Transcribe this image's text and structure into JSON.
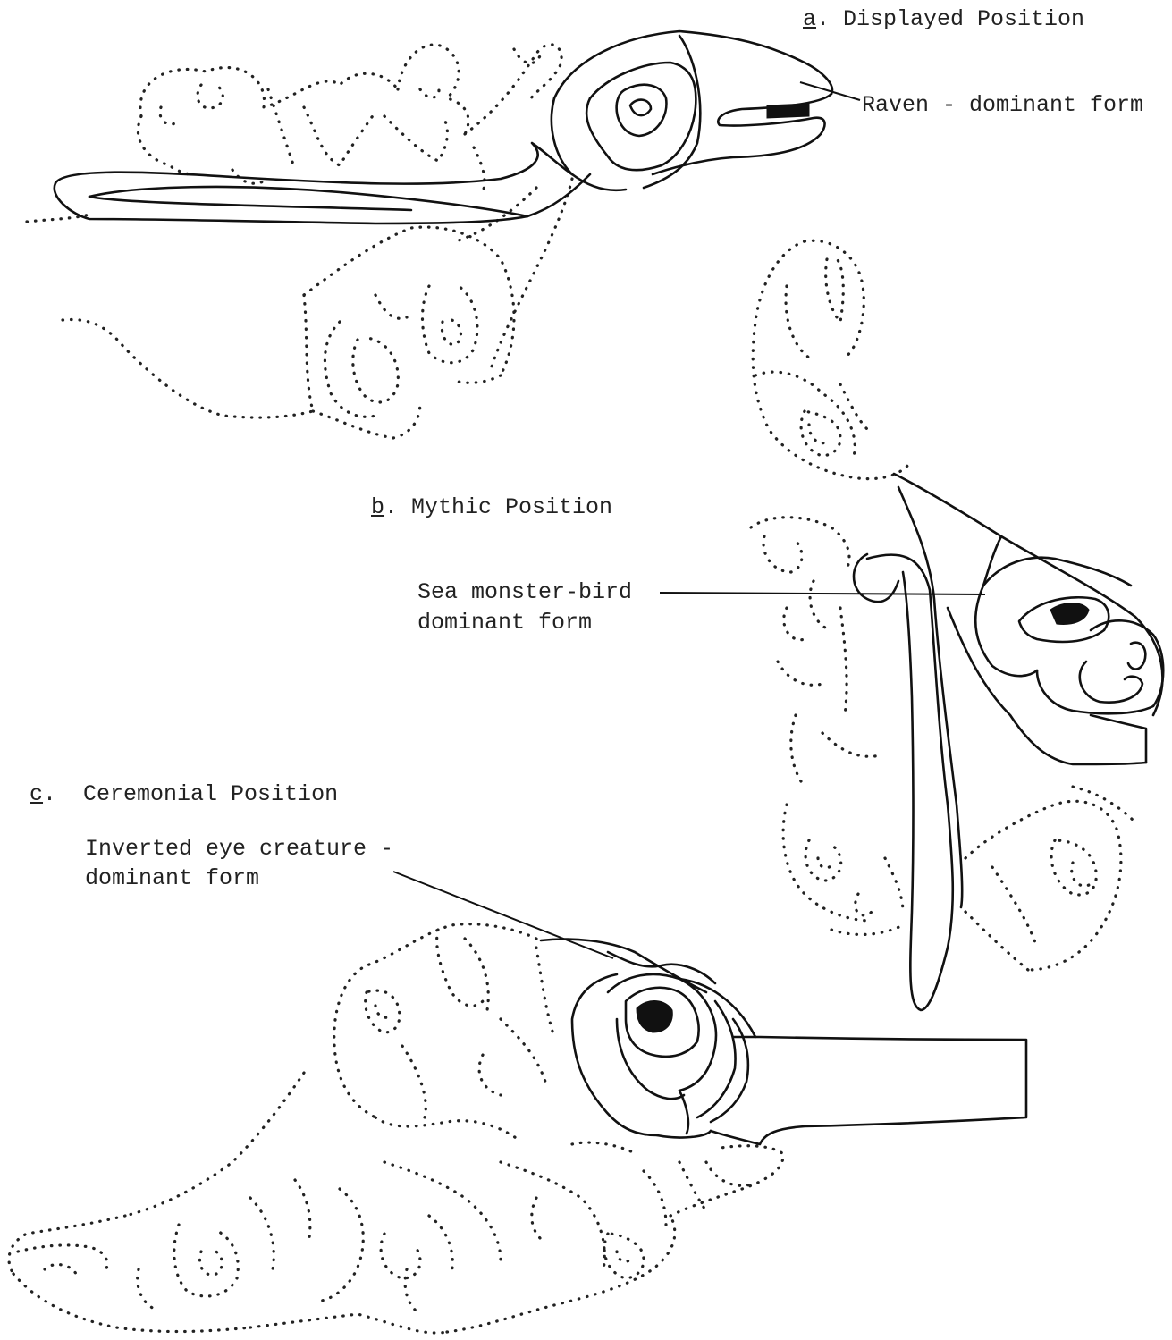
{
  "labels": {
    "a": {
      "letter": "a",
      "title": ". Displayed Position",
      "note": "Raven - dominant form"
    },
    "b": {
      "letter": "b",
      "title": ". Mythic Position",
      "note_line1": "Sea monster-bird",
      "note_line2": "dominant form"
    },
    "c": {
      "letter": "c",
      "title": ".  Ceremonial Position",
      "note_line1": "Inverted eye creature -",
      "note_line2": "dominant form"
    }
  },
  "colors": {
    "ink": "#111111",
    "paper": "#ffffff"
  }
}
